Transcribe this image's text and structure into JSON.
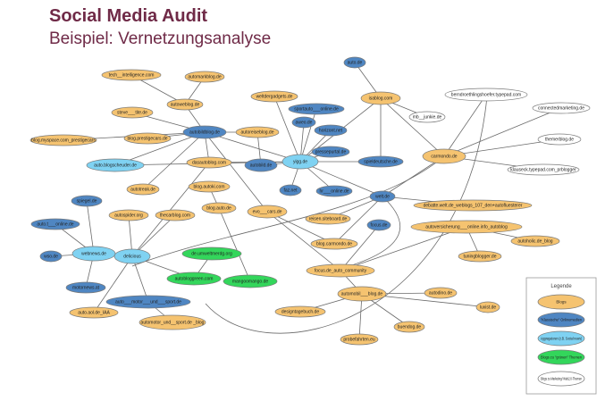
{
  "header": {
    "title": "Social Media Audit",
    "subtitle": "Beispiel: Vernetzungsanalyse"
  },
  "colors": {
    "blog": "#f5c370",
    "classic": "#4f86c2",
    "aggregator": "#7fd2f2",
    "green": "#33d65b",
    "marketing": "#ffffff"
  },
  "legend": {
    "title": "Legende",
    "items": [
      {
        "category": "blog",
        "label": "Blogs"
      },
      {
        "category": "classic",
        "label": "\"Klassische\" Onlinemedien"
      },
      {
        "category": "aggregator",
        "label": "Aggregatoren (z.B. Social news)"
      },
      {
        "category": "green",
        "label": "Blogs zu \"grünen\" Themen"
      },
      {
        "category": "marketing",
        "label": "Blogs zu Marketing/ Web2.0-Themen"
      }
    ]
  },
  "nodes": [
    {
      "id": "tech",
      "label": "tech__intelligence.com",
      "category": "blog"
    },
    {
      "id": "automarkblog",
      "label": "automarkblog.de",
      "category": "blog"
    },
    {
      "id": "autoweblog",
      "label": "autoweblog.de",
      "category": "blog"
    },
    {
      "id": "steve",
      "label": "steve___tite.de",
      "category": "blog"
    },
    {
      "id": "autobildblog",
      "label": "autobildblog.de",
      "category": "classic"
    },
    {
      "id": "blogprestige",
      "label": "blog.prestigecars.de",
      "category": "blog"
    },
    {
      "id": "myspace",
      "label": "blog.myspace.com_prestigecars",
      "category": "blog"
    },
    {
      "id": "autoreiseblog",
      "label": "autoreiseblog.de",
      "category": "blog"
    },
    {
      "id": "blogscheuder",
      "label": "auto.blogscheuder.de",
      "category": "aggregator"
    },
    {
      "id": "dasautoblog",
      "label": "dasautoblog.com",
      "category": "blog"
    },
    {
      "id": "autotreak",
      "label": "autotreak.de",
      "category": "blog"
    },
    {
      "id": "blogautoki",
      "label": "blog.autoki.com",
      "category": "blog"
    },
    {
      "id": "blogautode",
      "label": "blog.auto.de",
      "category": "blog"
    },
    {
      "id": "weltdergadgets",
      "label": "weltdergadgets.de",
      "category": "blog"
    },
    {
      "id": "sportauto",
      "label": "sportauto___online.de",
      "category": "classic"
    },
    {
      "id": "autode",
      "label": "auto.de",
      "category": "classic"
    },
    {
      "id": "isablog",
      "label": "isablog.com",
      "category": "blog"
    },
    {
      "id": "mb",
      "label": "mb__junkie.de",
      "category": "marketing"
    },
    {
      "id": "bernd",
      "label": "berndroethlingshoefer.typepad.com",
      "category": "marketing"
    },
    {
      "id": "connected",
      "label": "connectedmarketing.de",
      "category": "marketing"
    },
    {
      "id": "themerblog",
      "label": "themerblog.de",
      "category": "marketing"
    },
    {
      "id": "klauseck",
      "label": "klauseck.typepad.com_prblogger",
      "category": "marketing"
    },
    {
      "id": "carmondo",
      "label": "carmondo.de",
      "category": "blog"
    },
    {
      "id": "aweo",
      "label": "aweo.de",
      "category": "classic"
    },
    {
      "id": "horizont",
      "label": "horizont.net",
      "category": "classic"
    },
    {
      "id": "pressepurtal",
      "label": "pressepurtal.de",
      "category": "classic"
    },
    {
      "id": "spieldeutsche",
      "label": "spieldeutsche.de",
      "category": "classic"
    },
    {
      "id": "autobild",
      "label": "autobild.de",
      "category": "classic"
    },
    {
      "id": "yigg",
      "label": "yigg.de",
      "category": "aggregator"
    },
    {
      "id": "faznet",
      "label": "faz.net",
      "category": "classic"
    },
    {
      "id": "hronline",
      "label": "hr___online.de",
      "category": "classic"
    },
    {
      "id": "weltde",
      "label": "welt.de",
      "category": "classic"
    },
    {
      "id": "debatte",
      "label": "debatte.welt.de_weblogs_107_den+autofluesterer",
      "category": "blog"
    },
    {
      "id": "reisen",
      "label": "reisen.siteboard.de",
      "category": "blog"
    },
    {
      "id": "blogcarmondo",
      "label": "blog.carmondo.de",
      "category": "blog"
    },
    {
      "id": "evo",
      "label": "evo___cars.de",
      "category": "blog"
    },
    {
      "id": "spiegel",
      "label": "spiegel.de",
      "category": "classic"
    },
    {
      "id": "autotonline",
      "label": "auto.t___online.de",
      "category": "classic"
    },
    {
      "id": "autospider",
      "label": "autospider.org",
      "category": "blog"
    },
    {
      "id": "thecarblog",
      "label": "thecarblog.com",
      "category": "blog"
    },
    {
      "id": "webnews",
      "label": "webnews.de",
      "category": "aggregator"
    },
    {
      "id": "wsode",
      "label": "wso.de",
      "category": "classic"
    },
    {
      "id": "motornews",
      "label": "motornews.at",
      "category": "classic"
    },
    {
      "id": "delicious",
      "label": "delicious",
      "category": "aggregator"
    },
    {
      "id": "deumwelt",
      "label": "de.umweltmerdg.org",
      "category": "green"
    },
    {
      "id": "autobloggreen",
      "label": "autobloggreen.com",
      "category": "green"
    },
    {
      "id": "mango",
      "label": "mangoomango.de",
      "category": "green"
    },
    {
      "id": "automotorsport",
      "label": "auto___motor___und___sport.de",
      "category": "classic"
    },
    {
      "id": "automotorblog",
      "label": "automotor_und__sport.de _blog",
      "category": "blog"
    },
    {
      "id": "autoaol",
      "label": "auto.aol.de_IAA",
      "category": "blog"
    },
    {
      "id": "focus",
      "label": "focus.de",
      "category": "classic"
    },
    {
      "id": "autoversicherung",
      "label": "autoversicherung___online.info_autoblog",
      "category": "blog"
    },
    {
      "id": "autoholic",
      "label": "autoholic.de_blog",
      "category": "blog"
    },
    {
      "id": "tuningblogger",
      "label": "tuningblogger.de",
      "category": "blog"
    },
    {
      "id": "focusauto",
      "label": "focus.de_auto_community",
      "category": "blog"
    },
    {
      "id": "automobil",
      "label": "automobil___blog.de",
      "category": "blog"
    },
    {
      "id": "autodino",
      "label": "autodino.de",
      "category": "blog"
    },
    {
      "id": "luxist",
      "label": "luxist.de",
      "category": "blog"
    },
    {
      "id": "designtagebuch",
      "label": "designtagebuch.de",
      "category": "blog"
    },
    {
      "id": "buendog",
      "label": "buendog.de",
      "category": "blog"
    },
    {
      "id": "probefahrten",
      "label": "probefahrten.eu",
      "category": "blog"
    }
  ],
  "edges": [
    [
      "tech",
      "autoweblog"
    ],
    [
      "automarkblog",
      "autoweblog"
    ],
    [
      "autoweblog",
      "autobildblog"
    ],
    [
      "steve",
      "autobildblog"
    ],
    [
      "blogprestige",
      "autobildblog"
    ],
    [
      "myspace",
      "autobildblog"
    ],
    [
      "autobildblog",
      "autoreiseblog"
    ],
    [
      "autobildblog",
      "blogscheuder"
    ],
    [
      "autobildblog",
      "dasautoblog"
    ],
    [
      "autobildblog",
      "autotreak"
    ],
    [
      "autobildblog",
      "yigg"
    ],
    [
      "autobildblog",
      "evo"
    ],
    [
      "blogscheuder",
      "yigg"
    ],
    [
      "dasautoblog",
      "yigg"
    ],
    [
      "autoreiseblog",
      "autobild"
    ],
    [
      "blogautoki",
      "blogautode"
    ],
    [
      "blogautode",
      "mango"
    ],
    [
      "weltdergadgets",
      "yigg"
    ],
    [
      "sportauto",
      "yigg"
    ],
    [
      "aweo",
      "yigg"
    ],
    [
      "horizont",
      "yigg"
    ],
    [
      "pressepurtal",
      "yigg"
    ],
    [
      "spieldeutsche",
      "yigg"
    ],
    [
      "autobild",
      "yigg"
    ],
    [
      "faznet",
      "yigg"
    ],
    [
      "hronline",
      "yigg"
    ],
    [
      "yigg",
      "isablog"
    ],
    [
      "yigg",
      "weltde"
    ],
    [
      "autode",
      "isablog"
    ],
    [
      "isablog",
      "mb"
    ],
    [
      "isablog",
      "carmondo"
    ],
    [
      "spieldeutsche",
      "isablog"
    ],
    [
      "bernd",
      "carmondo"
    ],
    [
      "connected",
      "carmondo"
    ],
    [
      "themerblog",
      "carmondo"
    ],
    [
      "klauseck",
      "carmondo"
    ],
    [
      "weltde",
      "debatte"
    ],
    [
      "weltde",
      "reisen"
    ],
    [
      "weltde",
      "blogcarmondo"
    ],
    [
      "weltde",
      "carmondo"
    ],
    [
      "evo",
      "blogcarmondo"
    ],
    [
      "spiegel",
      "webnews"
    ],
    [
      "autotonline",
      "webnews"
    ],
    [
      "wsode",
      "webnews"
    ],
    [
      "motornews",
      "webnews"
    ],
    [
      "webnews",
      "delicious"
    ],
    [
      "autospider",
      "delicious"
    ],
    [
      "thecarblog",
      "delicious"
    ],
    [
      "dasautoblog",
      "delicious"
    ],
    [
      "delicious",
      "autobloggreen"
    ],
    [
      "deumwelt",
      "autobloggreen"
    ],
    [
      "delicious",
      "automotorsport"
    ],
    [
      "delicious",
      "autoaol"
    ],
    [
      "automotorsport",
      "automotorblog"
    ],
    [
      "focus",
      "focusauto"
    ],
    [
      "autoversicherung",
      "focusauto"
    ],
    [
      "autoversicherung",
      "autoholic"
    ],
    [
      "autoversicherung",
      "tuningblogger"
    ],
    [
      "focusauto",
      "automobil"
    ],
    [
      "automobil",
      "designtagebuch"
    ],
    [
      "automobil",
      "buendog"
    ],
    [
      "automobil",
      "probefahrten"
    ],
    [
      "automobil",
      "autodino"
    ],
    [
      "automobil",
      "luxist"
    ],
    [
      "evo",
      "focusauto"
    ]
  ]
}
